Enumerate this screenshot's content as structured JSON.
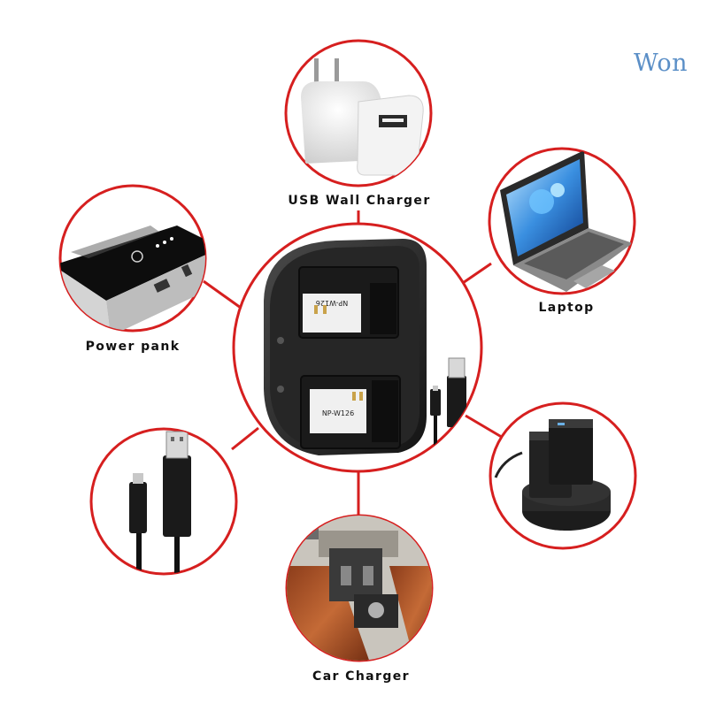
{
  "watermark": "Won",
  "accent_color": "#d61f1f",
  "center": {
    "product": "dual-battery-charger-icon",
    "slot_labels": [
      "NP-W126",
      "NP-W126"
    ]
  },
  "items": [
    {
      "id": "usb-wall-charger",
      "label": "USB Wall Charger",
      "icon": "usb-wall-adapter-icon"
    },
    {
      "id": "laptop",
      "label": "Laptop",
      "icon": "laptop-icon"
    },
    {
      "id": "power-bank",
      "label": "Power pank",
      "icon": "power-bank-icon"
    },
    {
      "id": "usb-cable",
      "label": "",
      "icon": "usb-cable-icon"
    },
    {
      "id": "battery-charger",
      "label": "",
      "icon": "charger-with-batteries-icon"
    },
    {
      "id": "car-charger",
      "label": "Car Charger",
      "icon": "car-interior-icon"
    }
  ]
}
